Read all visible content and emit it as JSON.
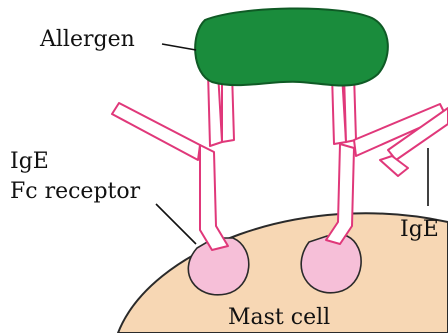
{
  "labels": {
    "allergen": "Allergen",
    "ige_left": "IgE",
    "fc_receptor": "Fc receptor",
    "ige_right": "IgE",
    "mast_cell": "Mast cell"
  },
  "colors": {
    "allergen_fill": "#1a8c3c",
    "allergen_stroke": "#0f5a25",
    "mast_cell_fill": "#f7d7b4",
    "mast_cell_stroke": "#2a2a2a",
    "receptor_fill": "#f6bfd8",
    "antibody_stroke": "#e0387a",
    "label_text": "#111111"
  }
}
